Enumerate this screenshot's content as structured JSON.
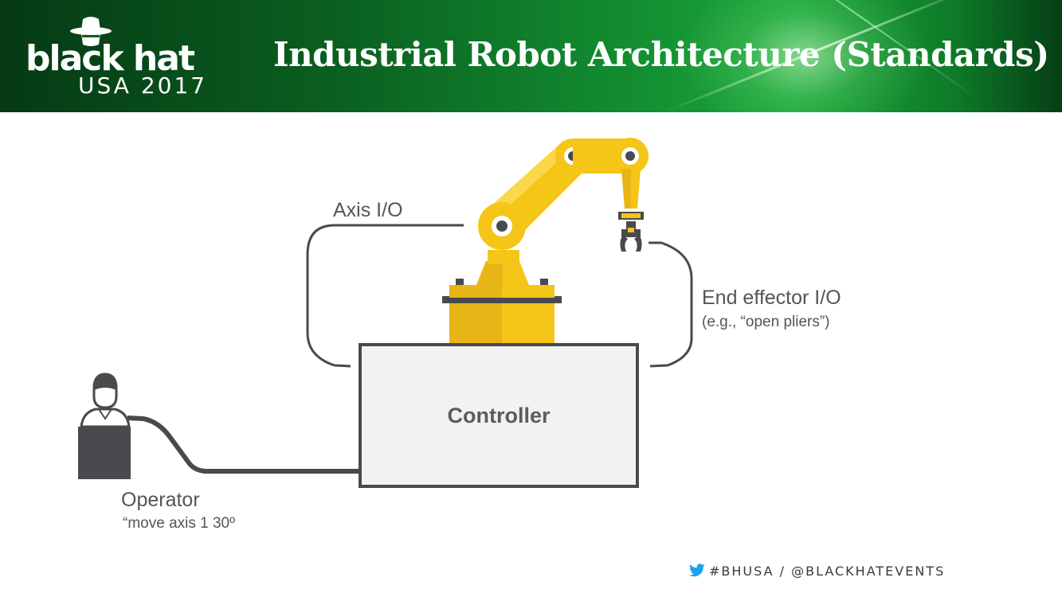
{
  "header": {
    "logo_word": "black hat",
    "logo_sub": "USA 2017",
    "title": "Industrial Robot Architecture (Standards)"
  },
  "diagram": {
    "axis_io_label": "Axis I/O",
    "end_effector_label": "End effector I/O",
    "end_effector_example": "(e.g., “open pliers”)",
    "controller_label": "Controller",
    "operator_label": "Operator",
    "operator_command": "“move axis 1 30º"
  },
  "footer": {
    "handle_text": "#BHUSA / @BLACKHATEVENTS"
  },
  "colors": {
    "header_green": "#0a5d1f",
    "robot_yellow": "#f5c518",
    "robot_yellow_dark": "#e0ab12",
    "line_gray": "#4a4a4e",
    "text_gray": "#555559",
    "twitter_blue": "#1da1f2"
  },
  "icons": [
    "spy-hat-logo-icon",
    "robot-arm-icon",
    "gripper-icon",
    "operator-person-icon",
    "twitter-bird-icon"
  ]
}
